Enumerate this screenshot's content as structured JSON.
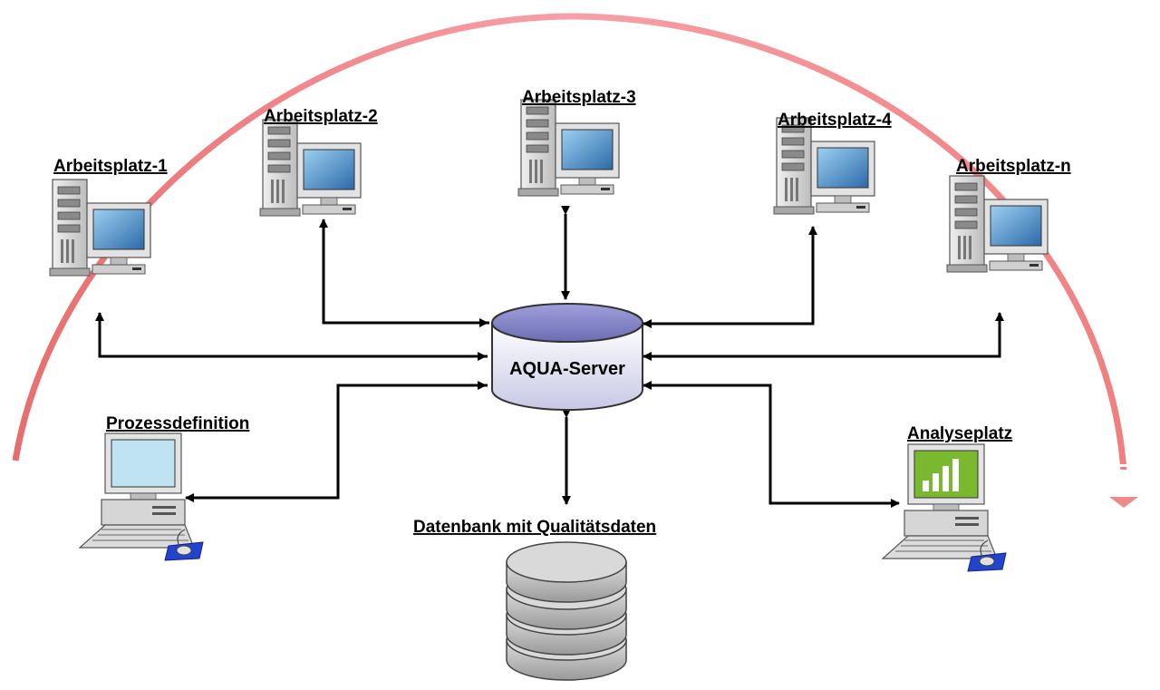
{
  "server": {
    "label": "AQUA-Server"
  },
  "workstations": [
    {
      "label": "Arbeitsplatz-1"
    },
    {
      "label": "Arbeitsplatz-2"
    },
    {
      "label": "Arbeitsplatz-3"
    },
    {
      "label": "Arbeitsplatz-4"
    },
    {
      "label": "Arbeitsplatz-n"
    }
  ],
  "process_definition": {
    "label": "Prozessdefinition"
  },
  "analysis": {
    "label": "Analyseplatz"
  },
  "database": {
    "label": "Datenbank mit Qualitätsdaten"
  },
  "colors": {
    "arc": "#f08a8a",
    "server_top": "#8888cc",
    "server_body": "#e8e8f4",
    "db_disk": "#c8c8c8",
    "monitor_screen": "#4a90c8",
    "analysis_screen": "#7ab830",
    "mousepad": "#2244cc"
  }
}
